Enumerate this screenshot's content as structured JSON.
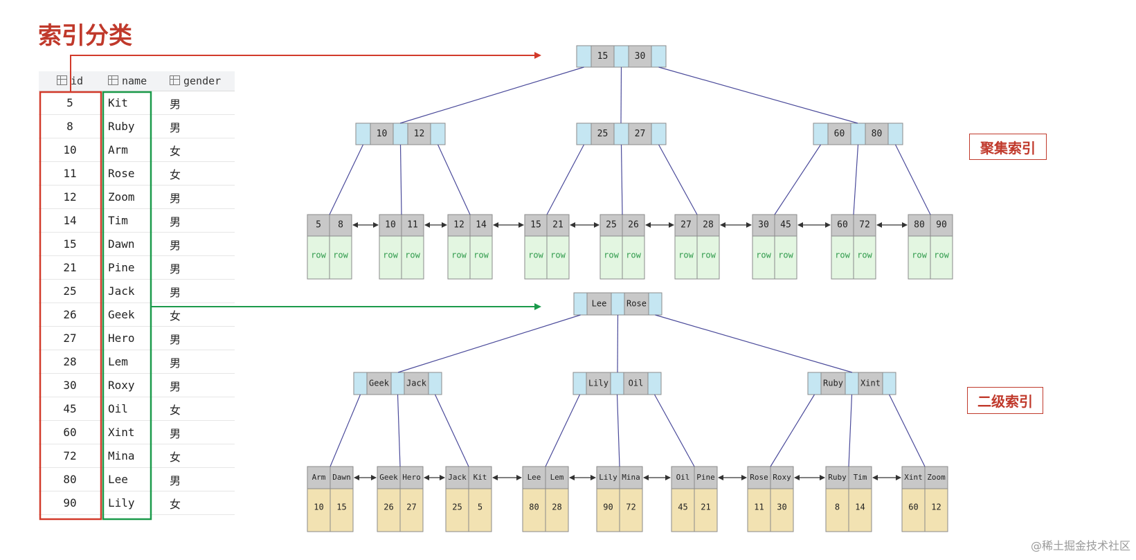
{
  "title": "索引分类",
  "table": {
    "headers": [
      "id",
      "name",
      "gender"
    ],
    "rows": [
      [
        "5",
        "Kit",
        "男"
      ],
      [
        "8",
        "Ruby",
        "男"
      ],
      [
        "10",
        "Arm",
        "女"
      ],
      [
        "11",
        "Rose",
        "女"
      ],
      [
        "12",
        "Zoom",
        "男"
      ],
      [
        "14",
        "Tim",
        "男"
      ],
      [
        "15",
        "Dawn",
        "男"
      ],
      [
        "21",
        "Pine",
        "男"
      ],
      [
        "25",
        "Jack",
        "男"
      ],
      [
        "26",
        "Geek",
        "女"
      ],
      [
        "27",
        "Hero",
        "男"
      ],
      [
        "28",
        "Lem",
        "男"
      ],
      [
        "30",
        "Roxy",
        "男"
      ],
      [
        "45",
        "Oil",
        "女"
      ],
      [
        "60",
        "Xint",
        "男"
      ],
      [
        "72",
        "Mina",
        "女"
      ],
      [
        "80",
        "Lee",
        "男"
      ],
      [
        "90",
        "Lily",
        "女"
      ]
    ]
  },
  "labels": {
    "clustered": "聚集索引",
    "secondary": "二级索引"
  },
  "clustered_tree": {
    "root": [
      "15",
      "30"
    ],
    "internal": [
      [
        "10",
        "12"
      ],
      [
        "25",
        "27"
      ],
      [
        "60",
        "80"
      ]
    ],
    "leaves": [
      [
        "5",
        "8"
      ],
      [
        "10",
        "11"
      ],
      [
        "12",
        "14"
      ],
      [
        "15",
        "21"
      ],
      [
        "25",
        "26"
      ],
      [
        "27",
        "28"
      ],
      [
        "30",
        "45"
      ],
      [
        "60",
        "72"
      ],
      [
        "80",
        "90"
      ]
    ],
    "row_label": "row"
  },
  "secondary_tree": {
    "root": [
      "Lee",
      "Rose"
    ],
    "internal": [
      [
        "Geek",
        "Jack"
      ],
      [
        "Lily",
        "Oil"
      ],
      [
        "Ruby",
        "Xint"
      ]
    ],
    "leaves": [
      {
        "keys": [
          "Arm",
          "Dawn"
        ],
        "ids": [
          "10",
          "15"
        ]
      },
      {
        "keys": [
          "Geek",
          "Hero"
        ],
        "ids": [
          "26",
          "27"
        ]
      },
      {
        "keys": [
          "Jack",
          "Kit"
        ],
        "ids": [
          "25",
          "5"
        ]
      },
      {
        "keys": [
          "Lee",
          "Lem"
        ],
        "ids": [
          "80",
          "28"
        ]
      },
      {
        "keys": [
          "Lily",
          "Mina"
        ],
        "ids": [
          "90",
          "72"
        ]
      },
      {
        "keys": [
          "Oil",
          "Pine"
        ],
        "ids": [
          "45",
          "21"
        ]
      },
      {
        "keys": [
          "Rose",
          "Roxy"
        ],
        "ids": [
          "11",
          "30"
        ]
      },
      {
        "keys": [
          "Ruby",
          "Tim"
        ],
        "ids": [
          "8",
          "14"
        ]
      },
      {
        "keys": [
          "Xint",
          "Zoom"
        ],
        "ids": [
          "60",
          "12"
        ]
      }
    ]
  },
  "colors": {
    "red": "#d23a2a",
    "green": "#1a9a4a",
    "line": "#4a4a9a",
    "key_cell": "#c8c8c8",
    "ptr_cell": "#c5e6f2",
    "row_cell": "#e3f6e1",
    "id_cell": "#f2e2b2",
    "row_text": "#2e9a4a"
  },
  "watermark": "@稀土掘金技术社区"
}
